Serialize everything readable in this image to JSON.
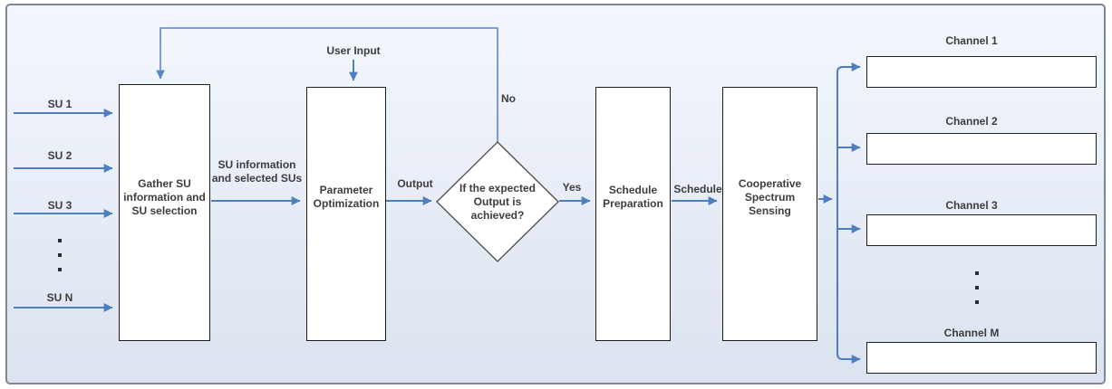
{
  "flowchart": {
    "su_inputs": [
      {
        "label": "SU 1"
      },
      {
        "label": "SU 2"
      },
      {
        "label": "SU 3"
      },
      {
        "label": "SU N"
      }
    ],
    "nodes": {
      "gather": {
        "label": "Gather SU information and SU selection"
      },
      "parameter": {
        "label": "Parameter Optimization"
      },
      "decision": {
        "label": "If the expected Output is achieved?"
      },
      "schedule_preparation": {
        "label": "Schedule Preparation"
      },
      "cooperative_sensing": {
        "label": "Cooperative Spectrum Sensing"
      }
    },
    "edge_labels": {
      "user_input": "User Input",
      "su_information": "SU information and selected SUs",
      "output": "Output",
      "yes": "Yes",
      "no": "No",
      "schedule": "Schedule"
    },
    "channels": [
      {
        "label": "Channel 1"
      },
      {
        "label": "Channel 2"
      },
      {
        "label": "Channel 3"
      },
      {
        "label": "Channel M"
      }
    ],
    "colors": {
      "arrow": "#4d7ec0",
      "feedback_arrow": "#6d93c9",
      "box_border": "#1c1c1c",
      "text": "#3d3d3d",
      "background_top": "#f3f7fd",
      "background_bottom": "#dbe3f0"
    }
  }
}
